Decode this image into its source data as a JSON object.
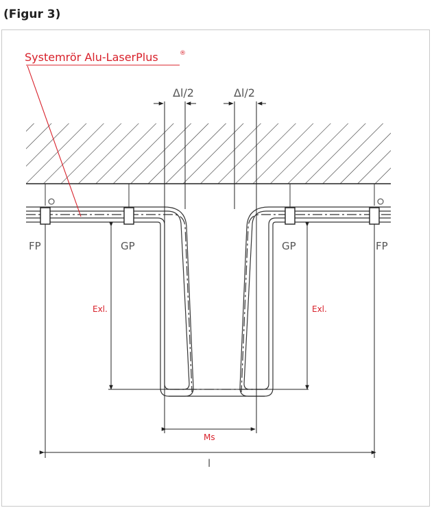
{
  "heading": "(Figur 3)",
  "pipe_label": "Systemrör Alu-LaserPlus",
  "pipe_label_mark": "®",
  "delta_label": "Δl/2",
  "fixed_point": "FP",
  "guide_point": "GP",
  "expansion_leg": "Exl.",
  "mounting_span": "Ms",
  "total_length": "l",
  "colors": {
    "accent": "#d8202a",
    "line": "#222222",
    "frame": "#c8c8c8"
  }
}
